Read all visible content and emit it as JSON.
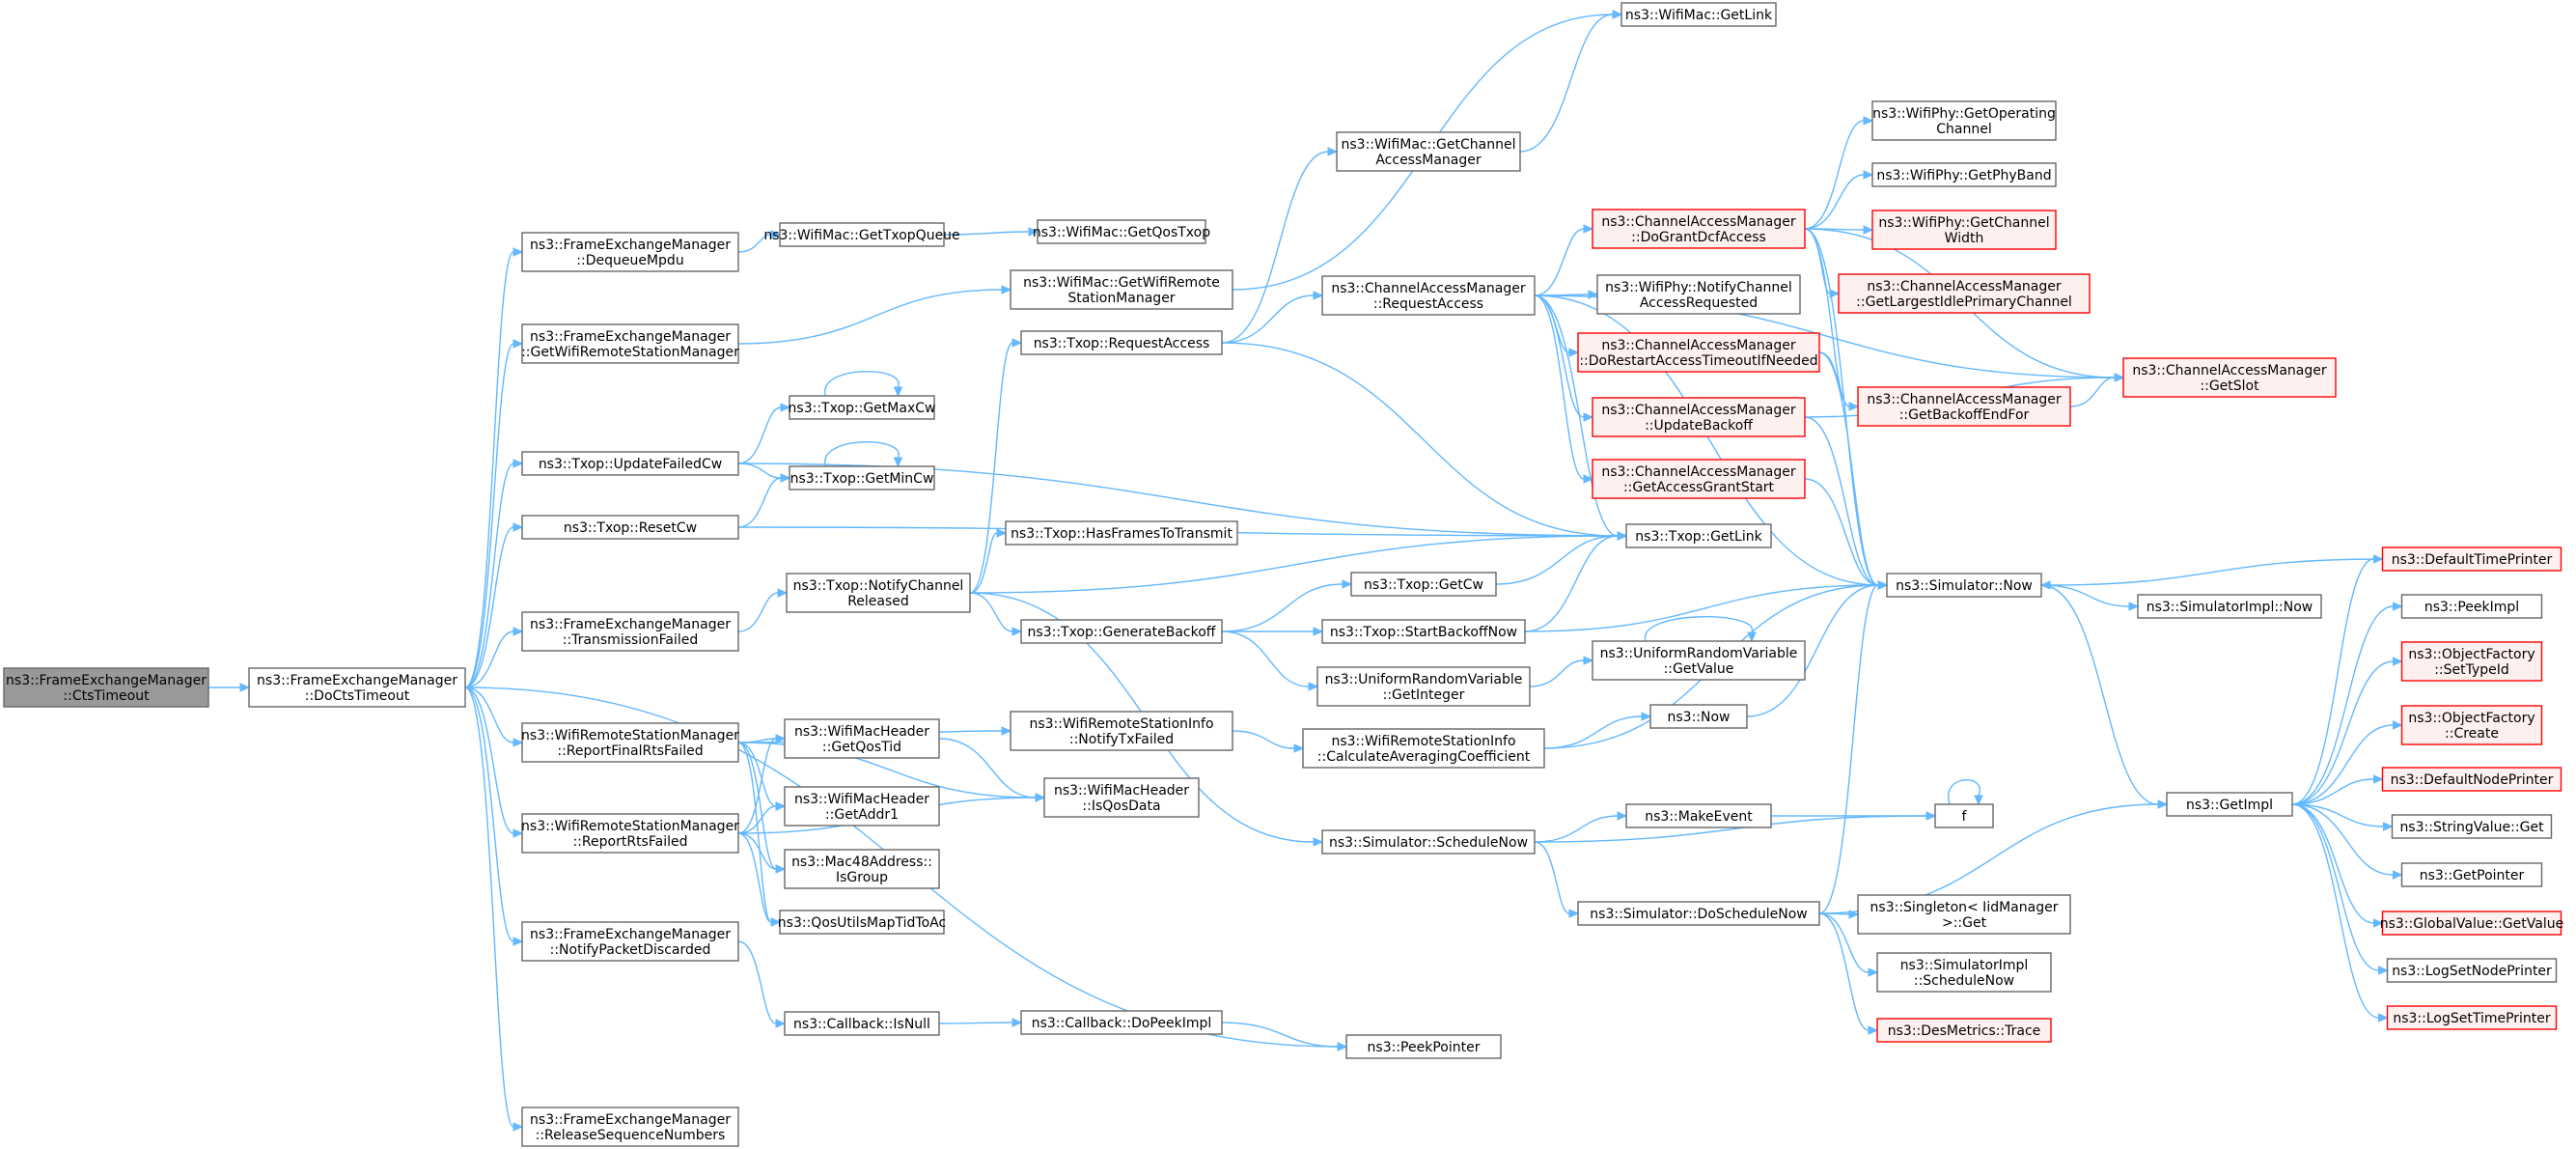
{
  "colors": {
    "edge": "#63b8ff",
    "node_border": "#666666",
    "node_fill": "#ffffff",
    "root_fill": "#999999",
    "truncated_border": "#ff0000",
    "truncated_fill": "#fff0f0"
  },
  "nodes": [
    {
      "id": "ctstimeout",
      "kind": "root",
      "lines": [
        "ns3::FrameExchangeManager",
        "::CtsTimeout"
      ]
    },
    {
      "id": "doctstimeout",
      "kind": "normal",
      "lines": [
        "ns3::FrameExchangeManager",
        "::DoCtsTimeout"
      ]
    },
    {
      "id": "dequeuempdu",
      "kind": "normal",
      "lines": [
        "ns3::FrameExchangeManager",
        "::DequeueMpdu"
      ]
    },
    {
      "id": "getwifiremotestationmanager",
      "kind": "normal",
      "lines": [
        "ns3::FrameExchangeManager",
        "::GetWifiRemoteStationManager"
      ]
    },
    {
      "id": "updatefailedcw",
      "kind": "normal",
      "lines": [
        "ns3::Txop::UpdateFailedCw"
      ]
    },
    {
      "id": "resetcw",
      "kind": "normal",
      "lines": [
        "ns3::Txop::ResetCw"
      ]
    },
    {
      "id": "transmissionfailed",
      "kind": "normal",
      "lines": [
        "ns3::FrameExchangeManager",
        "::TransmissionFailed"
      ]
    },
    {
      "id": "reportfinalrtsfailed",
      "kind": "normal",
      "lines": [
        "ns3::WifiRemoteStationManager",
        "::ReportFinalRtsFailed"
      ]
    },
    {
      "id": "reportrtsfailed",
      "kind": "normal",
      "lines": [
        "ns3::WifiRemoteStationManager",
        "::ReportRtsFailed"
      ]
    },
    {
      "id": "notifypacketdiscarded",
      "kind": "normal",
      "lines": [
        "ns3::FrameExchangeManager",
        "::NotifyPacketDiscarded"
      ]
    },
    {
      "id": "releasesequencenumbers",
      "kind": "normal",
      "lines": [
        "ns3::FrameExchangeManager",
        "::ReleaseSequenceNumbers"
      ]
    },
    {
      "id": "gettxopqueue",
      "kind": "normal",
      "lines": [
        "ns3::WifiMac::GetTxopQueue"
      ]
    },
    {
      "id": "getqostxop",
      "kind": "normal",
      "lines": [
        "ns3::WifiMac::GetQosTxop"
      ]
    },
    {
      "id": "macgetwifiremotestationmanager",
      "kind": "normal",
      "lines": [
        "ns3::WifiMac::GetWifiRemote",
        "StationManager"
      ]
    },
    {
      "id": "getmaxcw",
      "kind": "normal",
      "lines": [
        "ns3::Txop::GetMaxCw"
      ]
    },
    {
      "id": "getmincw",
      "kind": "normal",
      "lines": [
        "ns3::Txop::GetMinCw"
      ]
    },
    {
      "id": "getqostid",
      "kind": "normal",
      "lines": [
        "ns3::WifiMacHeader",
        "::GetQosTid"
      ]
    },
    {
      "id": "getaddr1",
      "kind": "normal",
      "lines": [
        "ns3::WifiMacHeader",
        "::GetAddr1"
      ]
    },
    {
      "id": "isgroup",
      "kind": "normal",
      "lines": [
        "ns3::Mac48Address::",
        "IsGroup"
      ]
    },
    {
      "id": "qosutilsmaptidtoac",
      "kind": "normal",
      "lines": [
        "ns3::QosUtilsMapTidToAc"
      ]
    },
    {
      "id": "isnull",
      "kind": "normal",
      "lines": [
        "ns3::Callback::IsNull"
      ]
    },
    {
      "id": "notifychannelreleased",
      "kind": "normal",
      "lines": [
        "ns3::Txop::NotifyChannel",
        "Released"
      ]
    },
    {
      "id": "requestaccess",
      "kind": "normal",
      "lines": [
        "ns3::Txop::RequestAccess"
      ]
    },
    {
      "id": "hasframestotransmit",
      "kind": "normal",
      "lines": [
        "ns3::Txop::HasFramesToTransmit"
      ]
    },
    {
      "id": "generatebackoff",
      "kind": "normal",
      "lines": [
        "ns3::Txop::GenerateBackoff"
      ]
    },
    {
      "id": "notifytxfailed",
      "kind": "normal",
      "lines": [
        "ns3::WifiRemoteStationInfo",
        "::NotifyTxFailed"
      ]
    },
    {
      "id": "isqosdata",
      "kind": "normal",
      "lines": [
        "ns3::WifiMacHeader",
        "::IsQosData"
      ]
    },
    {
      "id": "schedulenow",
      "kind": "normal",
      "lines": [
        "ns3::Simulator::ScheduleNow"
      ]
    },
    {
      "id": "dopeekimpl",
      "kind": "normal",
      "lines": [
        "ns3::Callback::DoPeekImpl"
      ]
    },
    {
      "id": "peekpointer",
      "kind": "normal",
      "lines": [
        "ns3::PeekPointer"
      ]
    },
    {
      "id": "getchannelaccessmanager",
      "kind": "normal",
      "lines": [
        "ns3::WifiMac::GetChannel",
        "AccessManager"
      ]
    },
    {
      "id": "wifimacgetlink",
      "kind": "normal",
      "lines": [
        "ns3::WifiMac::GetLink"
      ]
    },
    {
      "id": "camrequestaccess",
      "kind": "normal",
      "lines": [
        "ns3::ChannelAccessManager",
        "::RequestAccess"
      ]
    },
    {
      "id": "txopgetcw",
      "kind": "normal",
      "lines": [
        "ns3::Txop::GetCw"
      ]
    },
    {
      "id": "startbackoffnow",
      "kind": "normal",
      "lines": [
        "ns3::Txop::StartBackoffNow"
      ]
    },
    {
      "id": "getinteger",
      "kind": "normal",
      "lines": [
        "ns3::UniformRandomVariable",
        "::GetInteger"
      ]
    },
    {
      "id": "calculateaveragingcoefficient",
      "kind": "normal",
      "lines": [
        "ns3::WifiRemoteStationInfo",
        "::CalculateAveragingCoefficient"
      ]
    },
    {
      "id": "makeevent",
      "kind": "normal",
      "lines": [
        "ns3::MakeEvent"
      ]
    },
    {
      "id": "doschedulenow",
      "kind": "normal",
      "lines": [
        "ns3::Simulator::DoScheduleNow"
      ]
    },
    {
      "id": "dograntdcfaccess",
      "kind": "truncated",
      "lines": [
        "ns3::ChannelAccessManager",
        "::DoGrantDcfAccess"
      ]
    },
    {
      "id": "notifychannelaccessrequested",
      "kind": "normal",
      "lines": [
        "ns3::WifiPhy::NotifyChannel",
        "AccessRequested"
      ]
    },
    {
      "id": "dorestartaccesstimeout",
      "kind": "truncated",
      "lines": [
        "ns3::ChannelAccessManager",
        "::DoRestartAccessTimeoutIfNeeded"
      ]
    },
    {
      "id": "updatebackoff",
      "kind": "truncated",
      "lines": [
        "ns3::ChannelAccessManager",
        "::UpdateBackoff"
      ]
    },
    {
      "id": "getaccessgrantstart",
      "kind": "truncated",
      "lines": [
        "ns3::ChannelAccessManager",
        "::GetAccessGrantStart"
      ]
    },
    {
      "id": "txopgetlink",
      "kind": "normal",
      "lines": [
        "ns3::Txop::GetLink"
      ]
    },
    {
      "id": "urvgetvalue",
      "kind": "normal",
      "lines": [
        "ns3::UniformRandomVariable",
        "::GetValue"
      ]
    },
    {
      "id": "ns3now",
      "kind": "normal",
      "lines": [
        "ns3::Now"
      ]
    },
    {
      "id": "f",
      "kind": "normal",
      "lines": [
        "f"
      ]
    },
    {
      "id": "singletonget",
      "kind": "normal",
      "lines": [
        "ns3::Singleton< IidManager",
        ">::Get"
      ]
    },
    {
      "id": "simimplschedulenow",
      "kind": "normal",
      "lines": [
        "ns3::SimulatorImpl",
        "::ScheduleNow"
      ]
    },
    {
      "id": "desmetricstrace",
      "kind": "truncated",
      "lines": [
        "ns3::DesMetrics::Trace"
      ]
    },
    {
      "id": "getoperatingchannel",
      "kind": "normal",
      "lines": [
        "ns3::WifiPhy::GetOperating",
        "Channel"
      ]
    },
    {
      "id": "getphyband",
      "kind": "normal",
      "lines": [
        "ns3::WifiPhy::GetPhyBand"
      ]
    },
    {
      "id": "getchannelwidth",
      "kind": "truncated",
      "lines": [
        "ns3::WifiPhy::GetChannel",
        "Width"
      ]
    },
    {
      "id": "getlargestidleprimarychannel",
      "kind": "truncated",
      "lines": [
        "ns3::ChannelAccessManager",
        "::GetLargestIdlePrimaryChannel"
      ]
    },
    {
      "id": "getbackoffendfor",
      "kind": "truncated",
      "lines": [
        "ns3::ChannelAccessManager",
        "::GetBackoffEndFor"
      ]
    },
    {
      "id": "simulatornow",
      "kind": "normal",
      "lines": [
        "ns3::Simulator::Now"
      ]
    },
    {
      "id": "getslot",
      "kind": "truncated",
      "lines": [
        "ns3::ChannelAccessManager",
        "::GetSlot"
      ]
    },
    {
      "id": "simimplnow",
      "kind": "normal",
      "lines": [
        "ns3::SimulatorImpl::Now"
      ]
    },
    {
      "id": "getimpl",
      "kind": "normal",
      "lines": [
        "ns3::GetImpl"
      ]
    },
    {
      "id": "defaulttimeprinter",
      "kind": "truncated",
      "lines": [
        "ns3::DefaultTimePrinter"
      ]
    },
    {
      "id": "peekimpl",
      "kind": "normal",
      "lines": [
        "ns3::PeekImpl"
      ]
    },
    {
      "id": "settypeid",
      "kind": "truncated",
      "lines": [
        "ns3::ObjectFactory",
        "::SetTypeId"
      ]
    },
    {
      "id": "objectfactorycreate",
      "kind": "truncated",
      "lines": [
        "ns3::ObjectFactory",
        "::Create"
      ]
    },
    {
      "id": "defaultnodeprinter",
      "kind": "truncated",
      "lines": [
        "ns3::DefaultNodePrinter"
      ]
    },
    {
      "id": "stringvalueget",
      "kind": "normal",
      "lines": [
        "ns3::StringValue::Get"
      ]
    },
    {
      "id": "getpointer",
      "kind": "normal",
      "lines": [
        "ns3::GetPointer"
      ]
    },
    {
      "id": "globalvaluegetvalue",
      "kind": "truncated",
      "lines": [
        "ns3::GlobalValue::GetValue"
      ]
    },
    {
      "id": "logsetnodeprinter",
      "kind": "normal",
      "lines": [
        "ns3::LogSetNodePrinter"
      ]
    },
    {
      "id": "logsettimeprinter",
      "kind": "truncated",
      "lines": [
        "ns3::LogSetTimePrinter"
      ]
    }
  ],
  "edges": [
    [
      "ctstimeout",
      "doctstimeout"
    ],
    [
      "doctstimeout",
      "dequeuempdu"
    ],
    [
      "doctstimeout",
      "getwifiremotestationmanager"
    ],
    [
      "doctstimeout",
      "updatefailedcw"
    ],
    [
      "doctstimeout",
      "resetcw"
    ],
    [
      "doctstimeout",
      "transmissionfailed"
    ],
    [
      "doctstimeout",
      "reportfinalrtsfailed"
    ],
    [
      "doctstimeout",
      "reportrtsfailed"
    ],
    [
      "doctstimeout",
      "notifypacketdiscarded"
    ],
    [
      "doctstimeout",
      "releasesequencenumbers"
    ],
    [
      "doctstimeout",
      "peekpointer"
    ],
    [
      "dequeuempdu",
      "gettxopqueue"
    ],
    [
      "gettxopqueue",
      "getqostxop"
    ],
    [
      "getwifiremotestationmanager",
      "macgetwifiremotestationmanager"
    ],
    [
      "macgetwifiremotestationmanager",
      "wifimacgetlink"
    ],
    [
      "updatefailedcw",
      "getmaxcw"
    ],
    [
      "updatefailedcw",
      "getmincw"
    ],
    [
      "updatefailedcw",
      "txopgetlink"
    ],
    [
      "getmaxcw",
      "getmaxcw"
    ],
    [
      "getmincw",
      "getmincw"
    ],
    [
      "resetcw",
      "getmincw"
    ],
    [
      "resetcw",
      "txopgetlink"
    ],
    [
      "transmissionfailed",
      "notifychannelreleased"
    ],
    [
      "notifychannelreleased",
      "requestaccess"
    ],
    [
      "notifychannelreleased",
      "hasframestotransmit"
    ],
    [
      "notifychannelreleased",
      "generatebackoff"
    ],
    [
      "notifychannelreleased",
      "txopgetlink"
    ],
    [
      "notifychannelreleased",
      "schedulenow"
    ],
    [
      "reportfinalrtsfailed",
      "getqostid"
    ],
    [
      "reportfinalrtsfailed",
      "getaddr1"
    ],
    [
      "reportfinalrtsfailed",
      "isgroup"
    ],
    [
      "reportfinalrtsfailed",
      "qosutilsmaptidtoac"
    ],
    [
      "reportfinalrtsfailed",
      "notifytxfailed"
    ],
    [
      "reportfinalrtsfailed",
      "isqosdata"
    ],
    [
      "reportrtsfailed",
      "getqostid"
    ],
    [
      "reportrtsfailed",
      "getaddr1"
    ],
    [
      "reportrtsfailed",
      "isgroup"
    ],
    [
      "reportrtsfailed",
      "qosutilsmaptidtoac"
    ],
    [
      "reportrtsfailed",
      "isqosdata"
    ],
    [
      "getqostid",
      "isqosdata"
    ],
    [
      "notifypacketdiscarded",
      "isnull"
    ],
    [
      "isnull",
      "dopeekimpl"
    ],
    [
      "dopeekimpl",
      "peekpointer"
    ],
    [
      "requestaccess",
      "getchannelaccessmanager"
    ],
    [
      "requestaccess",
      "camrequestaccess"
    ],
    [
      "requestaccess",
      "txopgetlink"
    ],
    [
      "getchannelaccessmanager",
      "wifimacgetlink"
    ],
    [
      "generatebackoff",
      "txopgetcw"
    ],
    [
      "generatebackoff",
      "startbackoffnow"
    ],
    [
      "generatebackoff",
      "getinteger"
    ],
    [
      "txopgetcw",
      "txopgetlink"
    ],
    [
      "startbackoffnow",
      "txopgetlink"
    ],
    [
      "startbackoffnow",
      "simulatornow"
    ],
    [
      "getinteger",
      "urvgetvalue"
    ],
    [
      "urvgetvalue",
      "urvgetvalue"
    ],
    [
      "notifytxfailed",
      "calculateaveragingcoefficient"
    ],
    [
      "calculateaveragingcoefficient",
      "ns3now"
    ],
    [
      "calculateaveragingcoefficient",
      "simulatornow"
    ],
    [
      "ns3now",
      "simulatornow"
    ],
    [
      "schedulenow",
      "makeevent"
    ],
    [
      "schedulenow",
      "f"
    ],
    [
      "schedulenow",
      "doschedulenow"
    ],
    [
      "makeevent",
      "f"
    ],
    [
      "f",
      "f"
    ],
    [
      "doschedulenow",
      "simulatornow"
    ],
    [
      "doschedulenow",
      "getimpl"
    ],
    [
      "doschedulenow",
      "singletonget"
    ],
    [
      "doschedulenow",
      "simimplschedulenow"
    ],
    [
      "doschedulenow",
      "desmetricstrace"
    ],
    [
      "camrequestaccess",
      "dograntdcfaccess"
    ],
    [
      "camrequestaccess",
      "notifychannelaccessrequested"
    ],
    [
      "camrequestaccess",
      "dorestartaccesstimeout"
    ],
    [
      "camrequestaccess",
      "updatebackoff"
    ],
    [
      "camrequestaccess",
      "getaccessgrantstart"
    ],
    [
      "camrequestaccess",
      "txopgetlink"
    ],
    [
      "camrequestaccess",
      "simulatornow"
    ],
    [
      "camrequestaccess",
      "getslot"
    ],
    [
      "dograntdcfaccess",
      "getoperatingchannel"
    ],
    [
      "dograntdcfaccess",
      "getphyband"
    ],
    [
      "dograntdcfaccess",
      "getchannelwidth"
    ],
    [
      "dograntdcfaccess",
      "getlargestidleprimarychannel"
    ],
    [
      "dograntdcfaccess",
      "getbackoffendfor"
    ],
    [
      "dograntdcfaccess",
      "simulatornow"
    ],
    [
      "dograntdcfaccess",
      "getslot"
    ],
    [
      "dorestartaccesstimeout",
      "getbackoffendfor"
    ],
    [
      "dorestartaccesstimeout",
      "simulatornow"
    ],
    [
      "updatebackoff",
      "simulatornow"
    ],
    [
      "updatebackoff",
      "getslot"
    ],
    [
      "getaccessgrantstart",
      "simulatornow"
    ],
    [
      "getbackoffendfor",
      "getslot"
    ],
    [
      "simulatornow",
      "simimplnow"
    ],
    [
      "simulatornow",
      "getimpl"
    ],
    [
      "getimpl",
      "defaulttimeprinter"
    ],
    [
      "getimpl",
      "peekimpl"
    ],
    [
      "getimpl",
      "settypeid"
    ],
    [
      "getimpl",
      "objectfactorycreate"
    ],
    [
      "getimpl",
      "defaultnodeprinter"
    ],
    [
      "getimpl",
      "stringvalueget"
    ],
    [
      "getimpl",
      "getpointer"
    ],
    [
      "getimpl",
      "globalvaluegetvalue"
    ],
    [
      "getimpl",
      "logsetnodeprinter"
    ],
    [
      "getimpl",
      "logsettimeprinter"
    ],
    [
      "defaulttimeprinter",
      "simulatornow"
    ]
  ]
}
